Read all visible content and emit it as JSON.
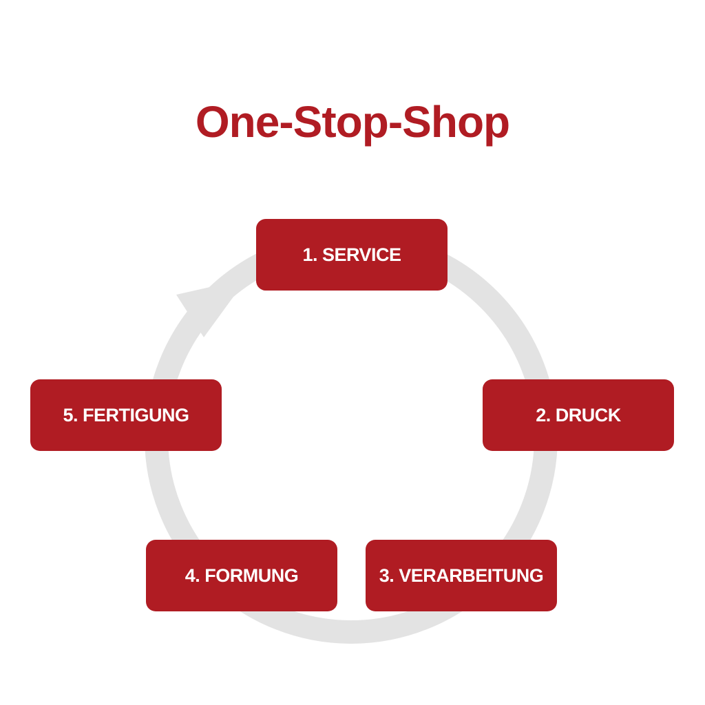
{
  "title": "One-Stop-Shop",
  "colors": {
    "accent": "#b01c23",
    "cycle_arrow": "#e3e3e3",
    "background": "#ffffff",
    "step_text": "#ffffff"
  },
  "cycle": {
    "direction": "clockwise",
    "steps": [
      {
        "label": "1. SERVICE"
      },
      {
        "label": "2. DRUCK"
      },
      {
        "label": "3. VERARBEITUNG"
      },
      {
        "label": "4. FORMUNG"
      },
      {
        "label": "5. FERTIGUNG"
      }
    ]
  }
}
